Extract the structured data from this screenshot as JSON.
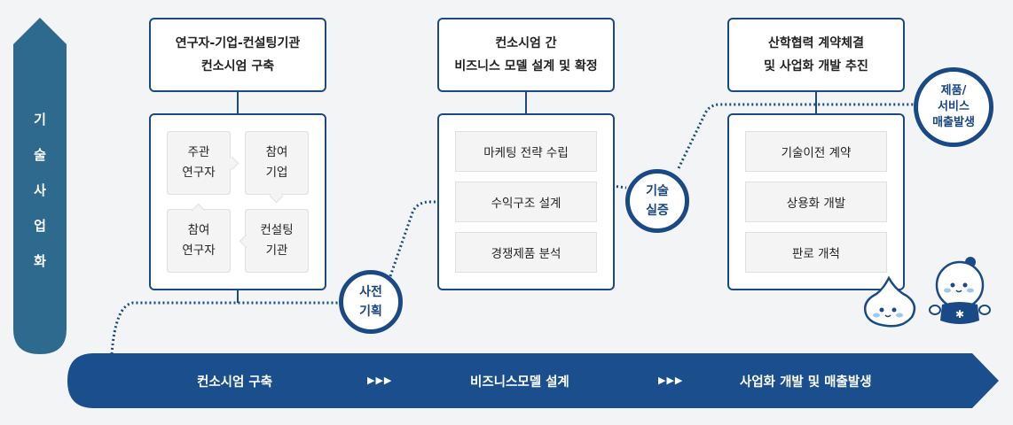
{
  "side_arrow": {
    "chars": [
      "기",
      "술",
      "사",
      "업",
      "화"
    ]
  },
  "stage1": {
    "title_line1": "연구자-기업-컨설팅기관",
    "title_line2": "컨소시엄 구축",
    "cells": [
      {
        "line1": "주관",
        "line2": "연구자"
      },
      {
        "line1": "참여",
        "line2": "기업"
      },
      {
        "line1": "참여",
        "line2": "연구자"
      },
      {
        "line1": "컨설팅",
        "line2": "기관"
      }
    ]
  },
  "stage2": {
    "title_line1": "컨소시엄 간",
    "title_line2": "비즈니스 모델 설계 및 확정",
    "items": [
      "마케팅 전략 수립",
      "수익구조 설계",
      "경쟁제품 분석"
    ]
  },
  "stage3": {
    "title_line1": "산학협력 계약체결",
    "title_line2": "및 사업화 개발 추진",
    "items": [
      "기술이전 계약",
      "상용화 개발",
      "판로 개척"
    ]
  },
  "milestones": {
    "planning": "사전\n기획",
    "verification": "기술\n실증",
    "sales": "제품/\n서비스\n매출발생"
  },
  "bottom_arrow": {
    "labels": [
      "컨소시엄 구축",
      "비즈니스모델 설계",
      "사업화 개발 및 매출발생"
    ],
    "separator": "▶▶▶"
  },
  "colors": {
    "navy": "#1a4a86",
    "teal": "#2d6a8e",
    "background": "#f3f4f6"
  },
  "icons": [
    "mascot-droplet-icon",
    "mascot-snowflake-icon"
  ]
}
